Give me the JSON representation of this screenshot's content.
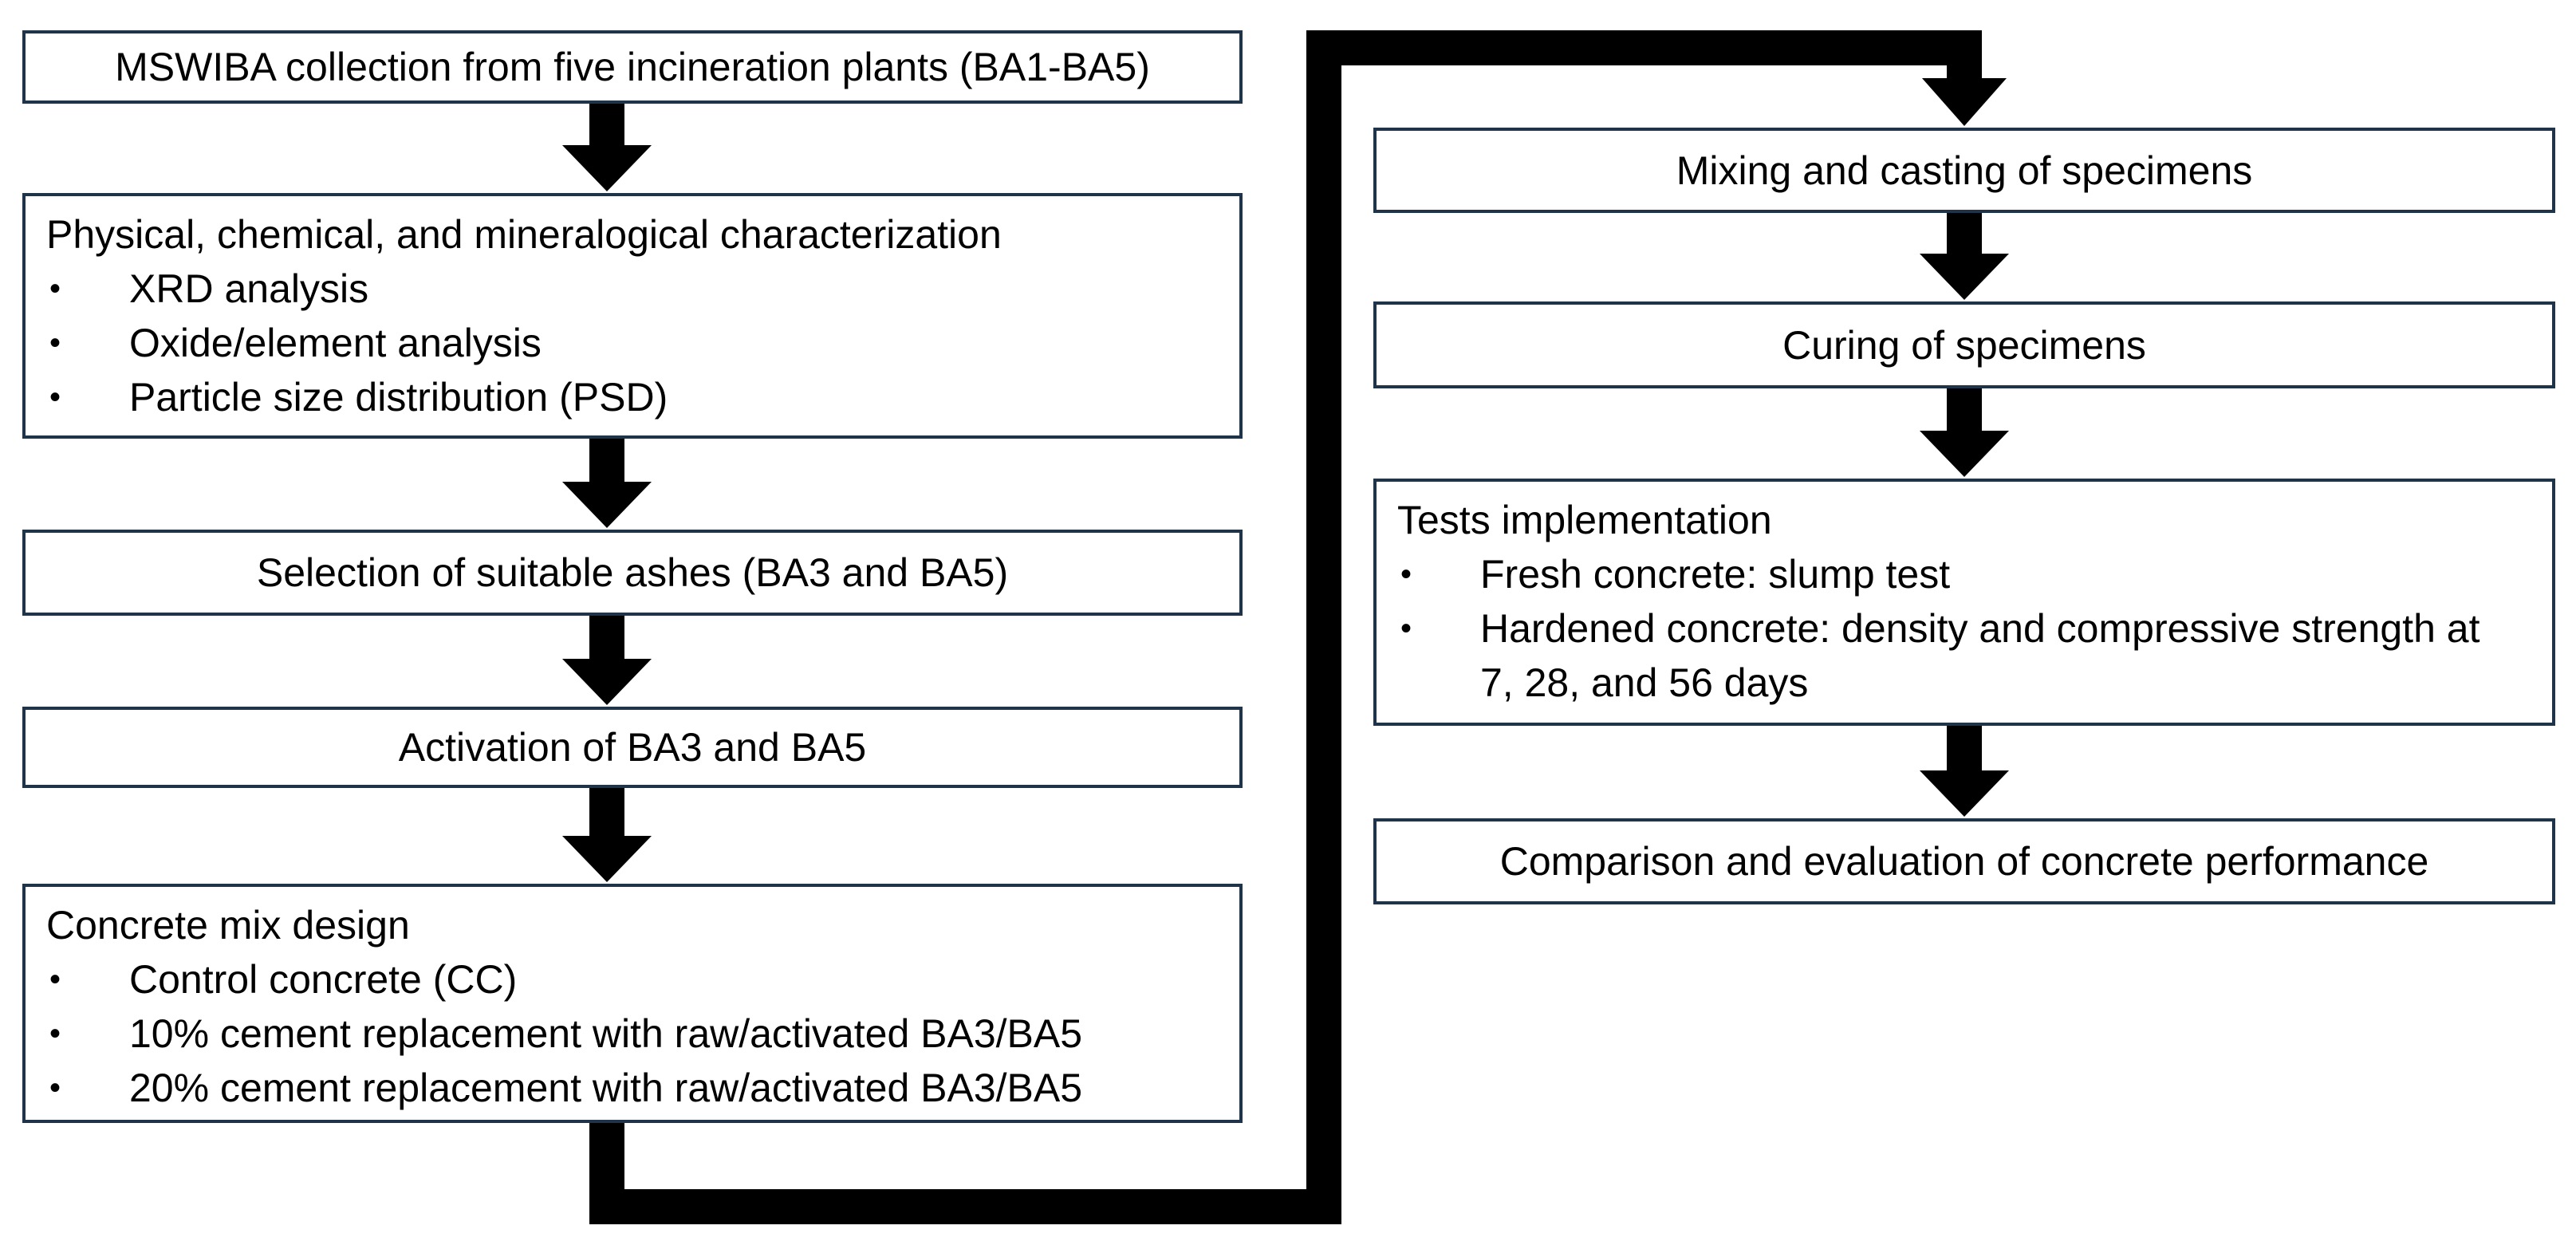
{
  "flow": {
    "step1": "MSWIBA collection from five incineration plants (BA1-BA5)",
    "step2": {
      "heading": "Physical, chemical, and mineralogical characterization",
      "items": [
        "XRD analysis",
        "Oxide/element analysis",
        "Particle size distribution (PSD)"
      ]
    },
    "step3": "Selection of suitable ashes (BA3 and BA5)",
    "step4": "Activation of BA3 and BA5",
    "step5": {
      "heading": "Concrete mix design",
      "items": [
        "Control concrete (CC)",
        "10% cement replacement with raw/activated BA3/BA5",
        "20% cement replacement with raw/activated BA3/BA5"
      ]
    },
    "step6": "Mixing and casting of specimens",
    "step7": "Curing of specimens",
    "step8": {
      "heading": "Tests implementation",
      "items": [
        "Fresh concrete: slump test",
        "Hardened concrete: density and compressive strength at 7, 28, and 56 days"
      ]
    },
    "step9": "Comparison and evaluation of concrete performance"
  },
  "bullet": "•",
  "colors": {
    "box_border": "#1f3349",
    "arrow": "#000000",
    "text": "#000000",
    "background": "#ffffff"
  }
}
